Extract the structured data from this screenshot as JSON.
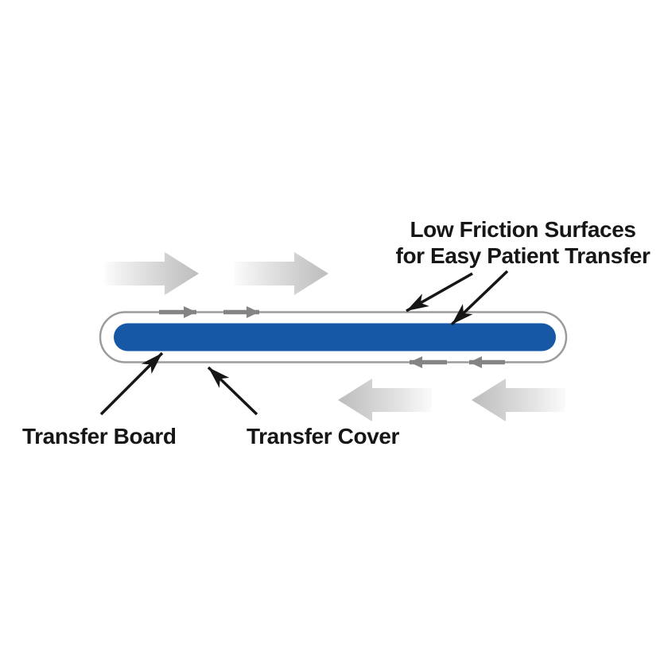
{
  "title": {
    "line1": "Low Friction Surfaces",
    "line2": "for Easy Patient Transfer"
  },
  "labels": {
    "transfer_board": "Transfer Board",
    "transfer_cover": "Transfer Cover"
  },
  "colors": {
    "background": "#ffffff",
    "board_blue": "#1658a5",
    "cover_fill": "#ffffff",
    "cover_outline": "#9b9b9b",
    "small_arrow_gray": "#848484",
    "large_arrow_gray": "#bfbfbf",
    "annotation_black": "#161616",
    "text_black": "#161616"
  }
}
